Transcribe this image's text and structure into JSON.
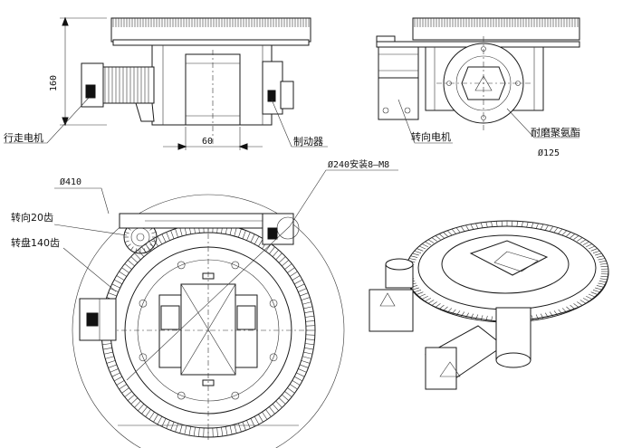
{
  "side_view": {
    "height_dim": "160",
    "width_dim": "60",
    "drive_motor_label": "行走电机",
    "brake_label": "制动器"
  },
  "end_view": {
    "steer_motor_label": "转向电机",
    "pu_label": "耐磨聚氨酯",
    "pu_dia": "Ø125"
  },
  "top_view": {
    "outer_dia": "Ø410",
    "bolt_circle": "Ø240安装8—M8",
    "steer_gear": "转向20齿",
    "turntable_gear": "转盘140齿"
  }
}
